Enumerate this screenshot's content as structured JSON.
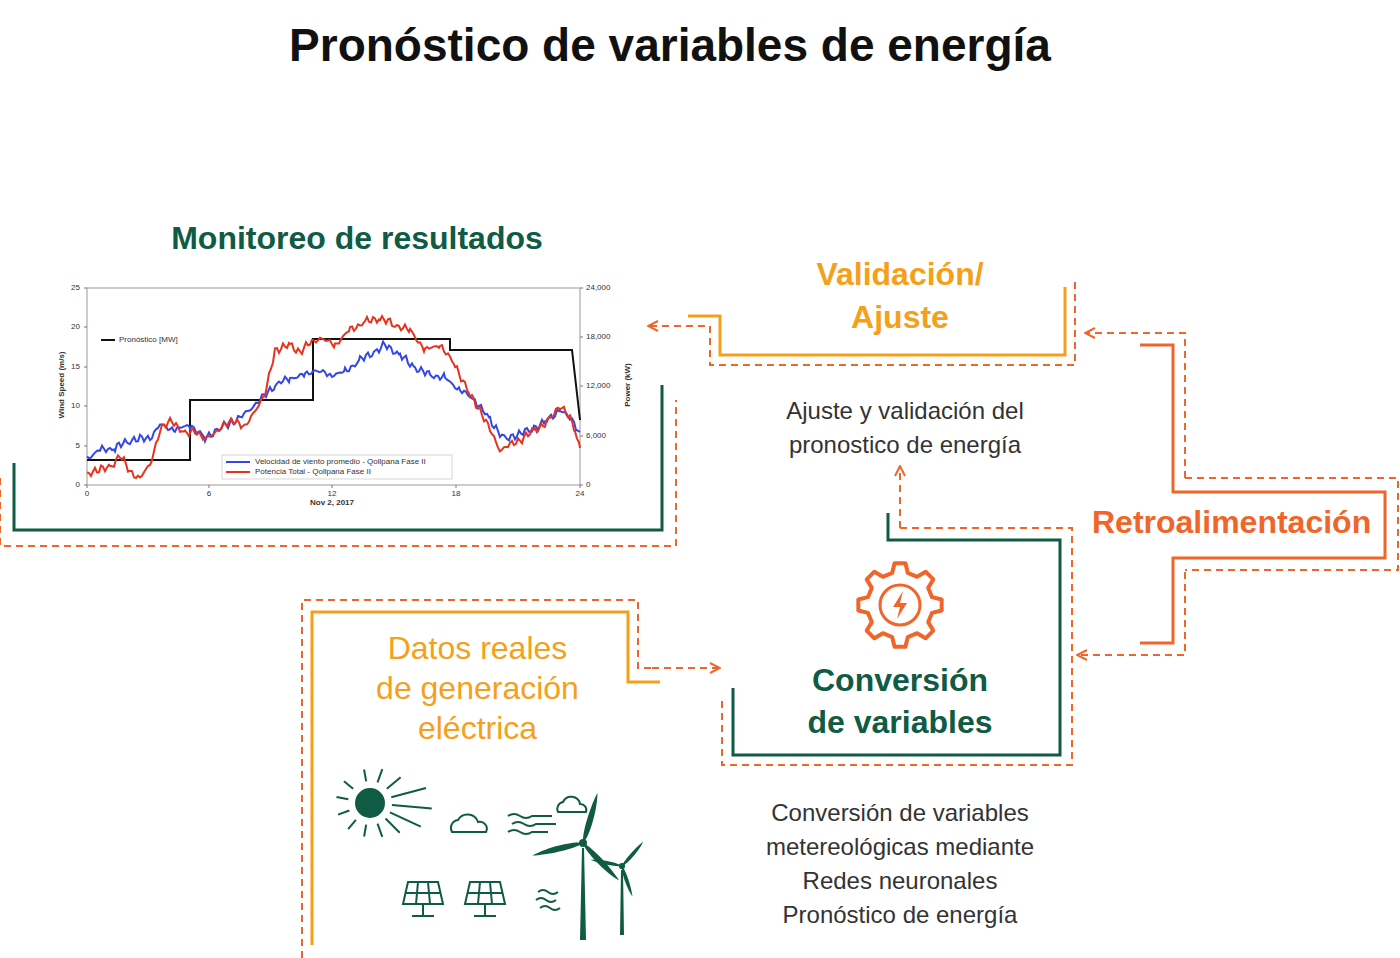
{
  "diagram": {
    "title": "Pronóstico de variables de energía",
    "nodes": [
      {
        "text": [
          "Monitoreo de resultados"
        ]
      },
      {
        "text": [
          "Validación/ Ajuste",
          "Ajuste y validación del pronostico de energía"
        ]
      },
      {
        "text": [
          "Retroalimentación"
        ]
      },
      {
        "text": [
          "Datos reales de generación eléctrica"
        ]
      },
      {
        "text": [
          "Conversión de variables",
          "Conversión de variables metereológicas mediante Redes neuronales Pronóstico de energía"
        ]
      }
    ],
    "edges": [
      {
        "from": 3,
        "to": 4,
        "arrow": "to"
      },
      {
        "from": 4,
        "to": 1,
        "arrow": "to"
      },
      {
        "from": 1,
        "to": 0,
        "arrow": "to"
      },
      {
        "from": 2,
        "to": 1,
        "arrow": "to"
      },
      {
        "from": 2,
        "to": 4,
        "arrow": "to"
      }
    ],
    "labels": [
      "25",
      "20",
      "15",
      "10",
      "5",
      "0",
      "Wind Speed (m/s)",
      "24,000",
      "18,000",
      "12,000",
      "6,000",
      "0",
      "Power (kW)",
      "0",
      "6",
      "12",
      "18",
      "24",
      "Nov 2, 2017"
    ],
    "legend": [
      {
        "text": "Pronóstico [MW]"
      },
      {
        "text": "Velocidad de viento promedio - Qollpana Fase II"
      },
      {
        "text": "Potencia Total - Qollpana Fase II"
      }
    ]
  }
}
